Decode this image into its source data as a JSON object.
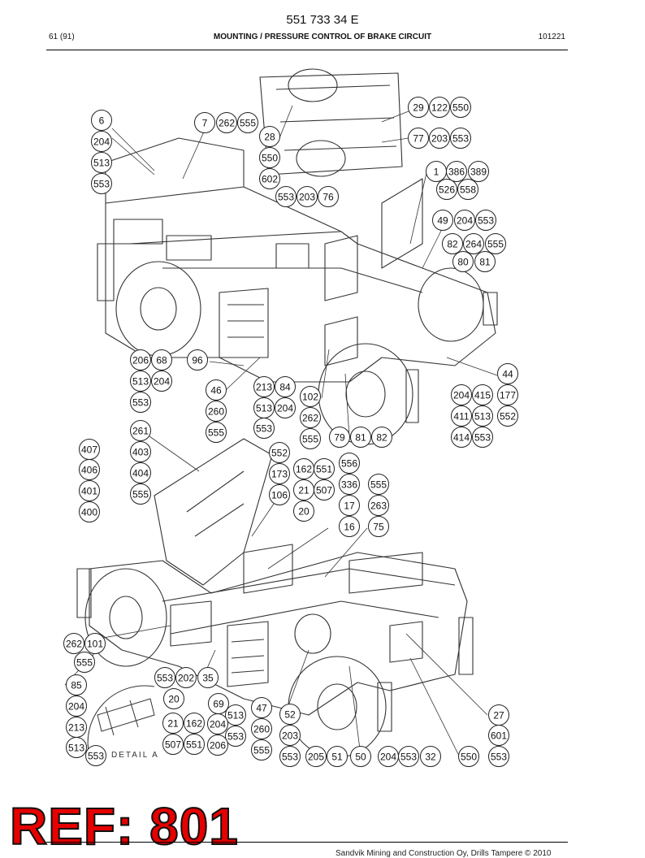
{
  "header": {
    "doc_number": "551 733 34 E",
    "page": "61 (91)",
    "title": "MOUNTING / PRESSURE CONTROL OF BRAKE CIRCUIT",
    "date": "101221"
  },
  "drawing": {
    "detail_label": "DETAIL A",
    "callouts": [
      "6",
      "204",
      "513",
      "553",
      "7",
      "262",
      "555",
      "28",
      "550",
      "602",
      "553",
      "203",
      "76",
      "29",
      "122",
      "550",
      "77",
      "203",
      "553",
      "1",
      "386",
      "389",
      "526",
      "558",
      "49",
      "204",
      "553",
      "82",
      "264",
      "555",
      "80",
      "81",
      "206",
      "68",
      "96",
      "513",
      "204",
      "553",
      "46",
      "260",
      "555",
      "213",
      "84",
      "513",
      "204",
      "553",
      "102",
      "262",
      "555",
      "79",
      "81",
      "82",
      "44",
      "204",
      "415",
      "177",
      "411",
      "513",
      "552",
      "414",
      "553",
      "261",
      "407",
      "403",
      "406",
      "404",
      "401",
      "555",
      "400",
      "552",
      "173",
      "162",
      "551",
      "556",
      "21",
      "507",
      "106",
      "336",
      "555",
      "20",
      "17",
      "263",
      "16",
      "75",
      "262",
      "101",
      "555",
      "553",
      "202",
      "35",
      "85",
      "20",
      "204",
      "69",
      "513",
      "47",
      "52",
      "27",
      "213",
      "21",
      "162",
      "204",
      "553",
      "260",
      "203",
      "601",
      "513",
      "507",
      "551",
      "206",
      "555",
      "553",
      "553",
      "205",
      "51",
      "50",
      "204",
      "553",
      "32",
      "550",
      "553"
    ]
  },
  "stamp": {
    "text": "REF: 801"
  },
  "footer": {
    "text": "Sandvik Mining and Construction Oy, Drills Tampere © 2010"
  }
}
